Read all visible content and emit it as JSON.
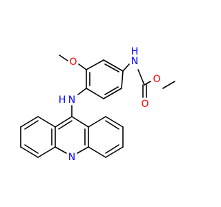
{
  "diagram": {
    "labels": {
      "nh_carbamate": "H",
      "n_carbamate": "N",
      "o_carbonyl": "O",
      "o_ester": "O",
      "o_methoxy": "O",
      "n_amine": "N",
      "nh_amine": "H",
      "n_acridine": "N"
    },
    "colors": {
      "nitrogen": "#0000ff",
      "oxygen": "#ff0000",
      "bond": "#000000",
      "background": "#ffffff"
    }
  }
}
